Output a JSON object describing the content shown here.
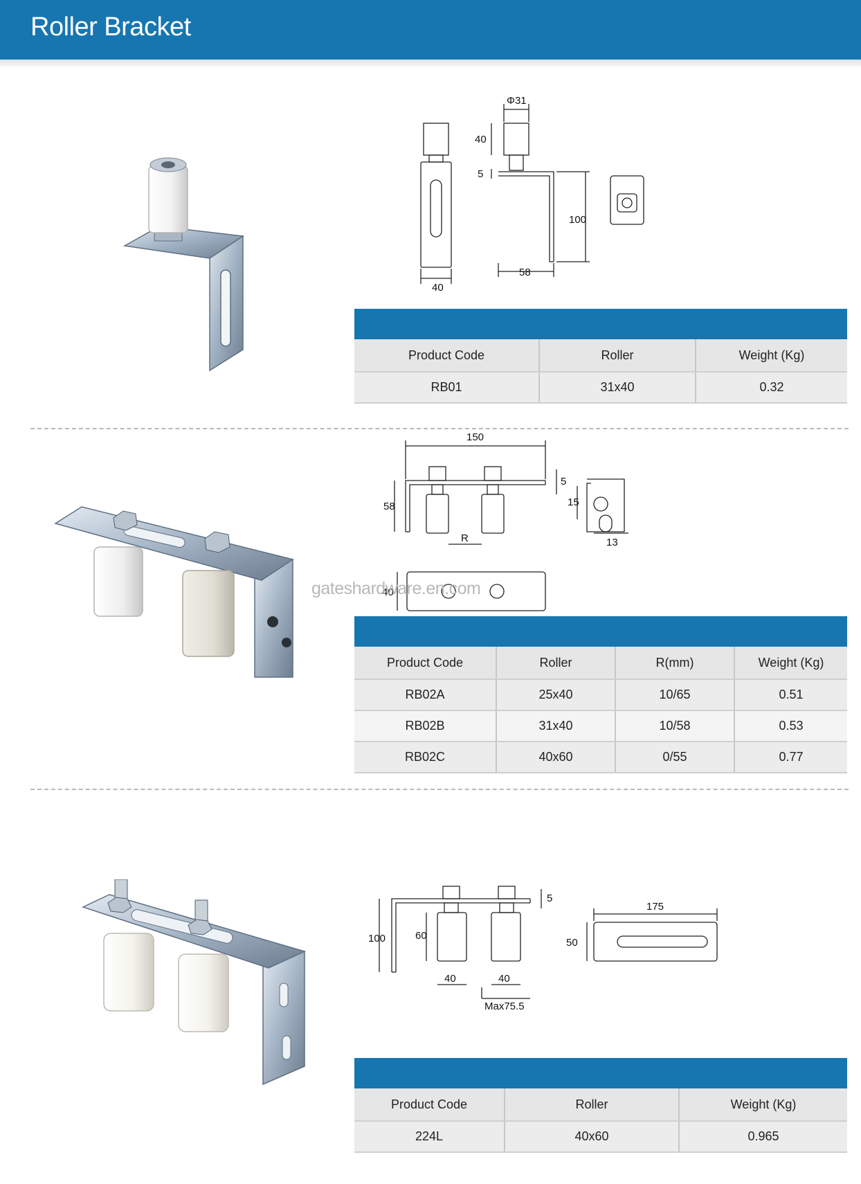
{
  "page": {
    "title": "Roller Bracket",
    "watermark": "gateshardware.en.com"
  },
  "products": [
    {
      "drawing": {
        "labels": [
          "Φ31",
          "40",
          "5",
          "100",
          "40",
          "58"
        ]
      },
      "table": {
        "headers": [
          "Product Code",
          "Roller",
          "Weight (Kg)"
        ],
        "rows": [
          [
            "RB01",
            "31x40",
            "0.32"
          ]
        ]
      }
    },
    {
      "drawing": {
        "labels": [
          "150",
          "5",
          "58",
          "15",
          "R",
          "13",
          "40"
        ]
      },
      "table": {
        "headers": [
          "Product Code",
          "Roller",
          "R(mm)",
          "Weight (Kg)"
        ],
        "rows": [
          [
            "RB02A",
            "25x40",
            "10/65",
            "0.51"
          ],
          [
            "RB02B",
            "31x40",
            "10/58",
            "0.53"
          ],
          [
            "RB02C",
            "40x60",
            "0/55",
            "0.77"
          ]
        ]
      }
    },
    {
      "drawing": {
        "labels": [
          "5",
          "100",
          "60",
          "40",
          "40",
          "Max75.5",
          "175",
          "50"
        ]
      },
      "table": {
        "headers": [
          "Product Code",
          "Roller",
          "Weight (Kg)"
        ],
        "rows": [
          [
            "224L",
            "40x60",
            "0.965"
          ]
        ]
      }
    }
  ]
}
